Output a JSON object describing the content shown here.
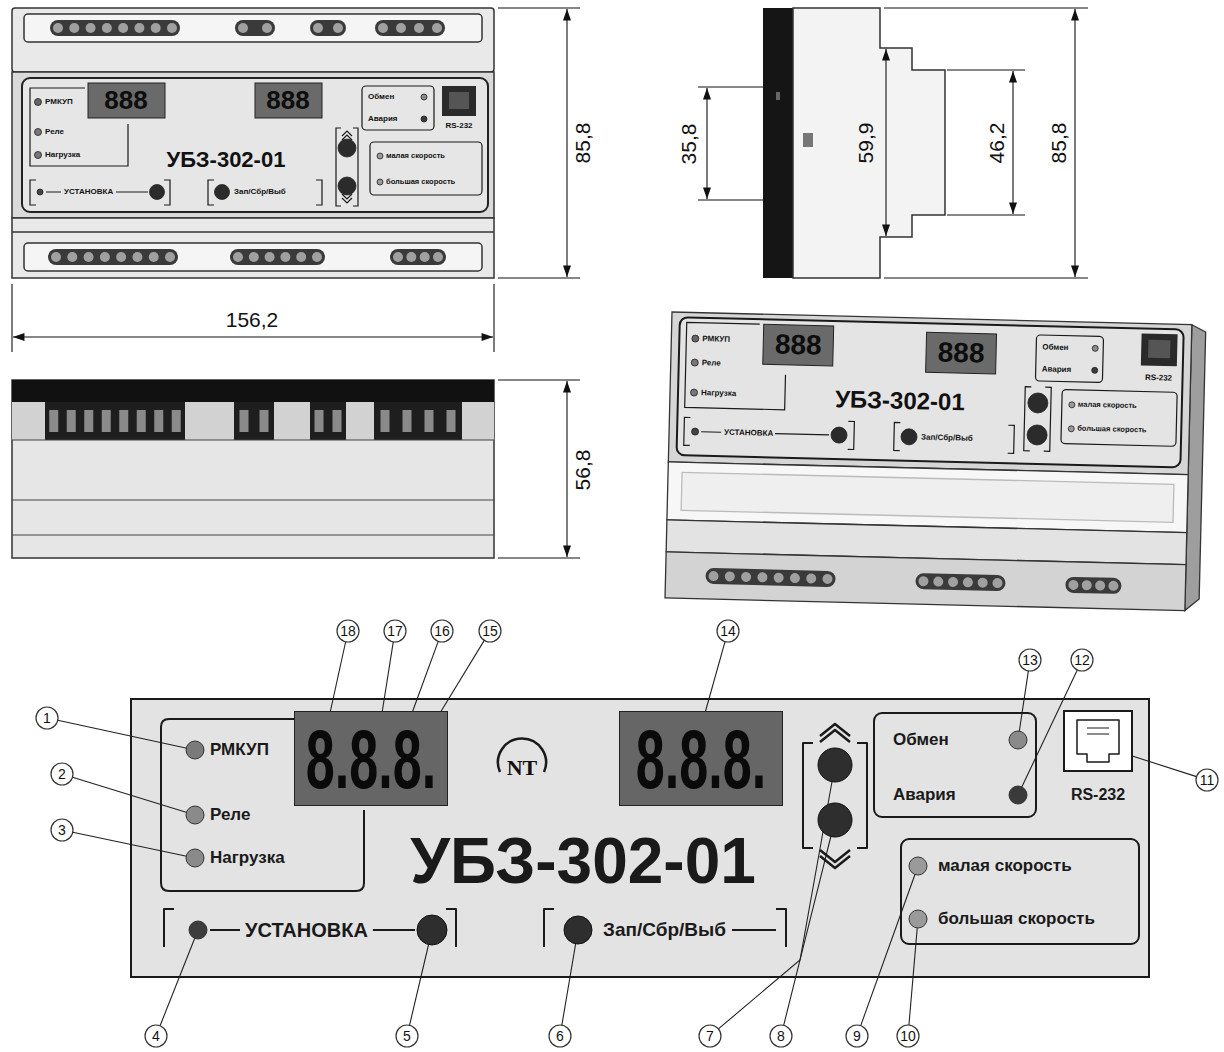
{
  "diagram": {
    "nodes": [
      {
        "text": [
          "УБЗ-302-01"
        ]
      },
      {
        "text": [
          "РМКУП",
          "Реле",
          "Нагрузка"
        ],
        "in": 0
      },
      {
        "text": [
          "8.8.8."
        ],
        "in": 0
      },
      {
        "text": [
          "8.8.8."
        ],
        "in": 0
      },
      {
        "text": [
          "Обмен",
          "Авария"
        ],
        "in": 0
      },
      {
        "text": [
          "RS-232"
        ],
        "in": 0
      },
      {
        "text": [
          "малая скорость",
          "большая скорость"
        ],
        "in": 0
      },
      {
        "text": [
          "УСТАНОВКА"
        ],
        "in": 0
      },
      {
        "text": [
          "Зап/Сбр/Выб"
        ],
        "in": 0
      }
    ],
    "labels": [
      "85,8",
      "156,2",
      "35,8",
      "59,9",
      "46,2",
      "85,8",
      "56,8",
      "РМКУП",
      "Реле",
      "Нагрузка",
      "888",
      "888",
      "Обмен",
      "Авария",
      "RS-232",
      "УБЗ-302-01",
      "УСТАНОВКА",
      "Зап/Сбр/Выб",
      "малая скорость",
      "большая скорость",
      "РМКУП",
      "Реле",
      "Нагрузка",
      "888",
      "888",
      "Обмен",
      "Авария",
      "RS-232",
      "УБЗ-302-01",
      "УСТАНОВКА",
      "Зап/Сбр/Выб",
      "малая скорость",
      "большая скорость",
      "NT",
      "1",
      "2",
      "3",
      "4",
      "5",
      "6",
      "7",
      "8",
      "9",
      "10",
      "11",
      "12",
      "13",
      "14",
      "15",
      "16",
      "17",
      "18"
    ]
  }
}
